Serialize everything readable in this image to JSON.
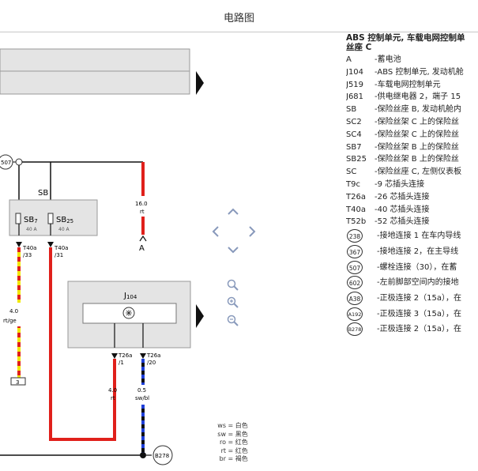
{
  "window": {
    "title": "电路图"
  },
  "legend": {
    "heading_line1": "ABS 控制单元, 车载电网控制单",
    "heading_line2": "丝座 C",
    "items": [
      {
        "code": "A",
        "desc": "-蓄电池"
      },
      {
        "code": "J104",
        "desc": "-ABS 控制单元, 发动机舱"
      },
      {
        "code": "J519",
        "desc": "-车载电网控制单元"
      },
      {
        "code": "J681",
        "desc": "-供电继电器 2，端子 15"
      },
      {
        "code": "SB",
        "desc": "-保险丝座 B, 发动机舱内"
      },
      {
        "code": "SC2",
        "desc": "-保险丝架 C 上的保险丝"
      },
      {
        "code": "SC4",
        "desc": "-保险丝架 C 上的保险丝"
      },
      {
        "code": "SB7",
        "desc": "-保险丝架 B 上的保险丝"
      },
      {
        "code": "SB25",
        "desc": "-保险丝架 B 上的保险丝"
      },
      {
        "code": "SC",
        "desc": "-保险丝座 C, 左侧仪表板"
      },
      {
        "code": "T9c",
        "desc": "-9 芯插头连接"
      },
      {
        "code": "T26a",
        "desc": "-26 芯插头连接"
      },
      {
        "code": "T40a",
        "desc": "-40 芯插头连接"
      },
      {
        "code": "T52b",
        "desc": "-52 芯插头连接"
      }
    ],
    "ground_items": [
      {
        "code": "238",
        "desc": "-接地连接 1 在车内导线"
      },
      {
        "code": "367",
        "desc": "-接地连接 2，在主导线"
      },
      {
        "code": "507",
        "desc": "-螺栓连接（30），在蓄"
      },
      {
        "code": "602",
        "desc": "-左前脚部空间内的接地"
      },
      {
        "code": "A38",
        "desc": "-正极连接 2（15a），在"
      },
      {
        "code": "A192",
        "desc": "-正极连接 3（15a），在"
      },
      {
        "code": "B278",
        "desc": "-正极连接 2（15a），在"
      }
    ]
  },
  "diagram": {
    "node_507": "507",
    "sb_label": "SB",
    "fuse1": {
      "name": "SB",
      "sub": "7",
      "rating": "40 A"
    },
    "fuse2": {
      "name": "SB",
      "sub": "25",
      "rating": "40 A"
    },
    "conn1": {
      "top": "T40a",
      "bottom": "/33"
    },
    "conn2": {
      "top": "T40a",
      "bottom": "/31"
    },
    "wire_left": {
      "size": "4.0",
      "color": "rt/ge"
    },
    "box3": "3",
    "wire_a": {
      "size": "16.0",
      "color": "rt"
    },
    "label_a": "A",
    "j104_label": "J",
    "j104_sub": "104",
    "conn3": {
      "top": "T26a",
      "bottom": "/1"
    },
    "conn4": {
      "top": "T26a",
      "bottom": "/20"
    },
    "wire_mid": {
      "size": "4.0",
      "color": "rt"
    },
    "wire_right": {
      "size": "0.5",
      "color": "sw/bl"
    },
    "node_b278": "B278"
  },
  "nav": {
    "icons": [
      "pan-up-icon",
      "pan-left-icon",
      "pan-right-icon",
      "pan-down-icon",
      "zoom-fit-icon",
      "zoom-in-icon",
      "zoom-out-icon"
    ]
  },
  "color_key": [
    {
      "code": "ws",
      "name": "白色"
    },
    {
      "code": "sw",
      "name": "黑色"
    },
    {
      "code": "ro",
      "name": "红色"
    },
    {
      "code": "rt",
      "name": "红色"
    },
    {
      "code": "br",
      "name": "褐色"
    }
  ],
  "colors": {
    "red": "#e0201b",
    "yellow": "#f2e600",
    "black": "#111111",
    "blue": "#1f3fd8",
    "panel": "#e4e4e4"
  }
}
